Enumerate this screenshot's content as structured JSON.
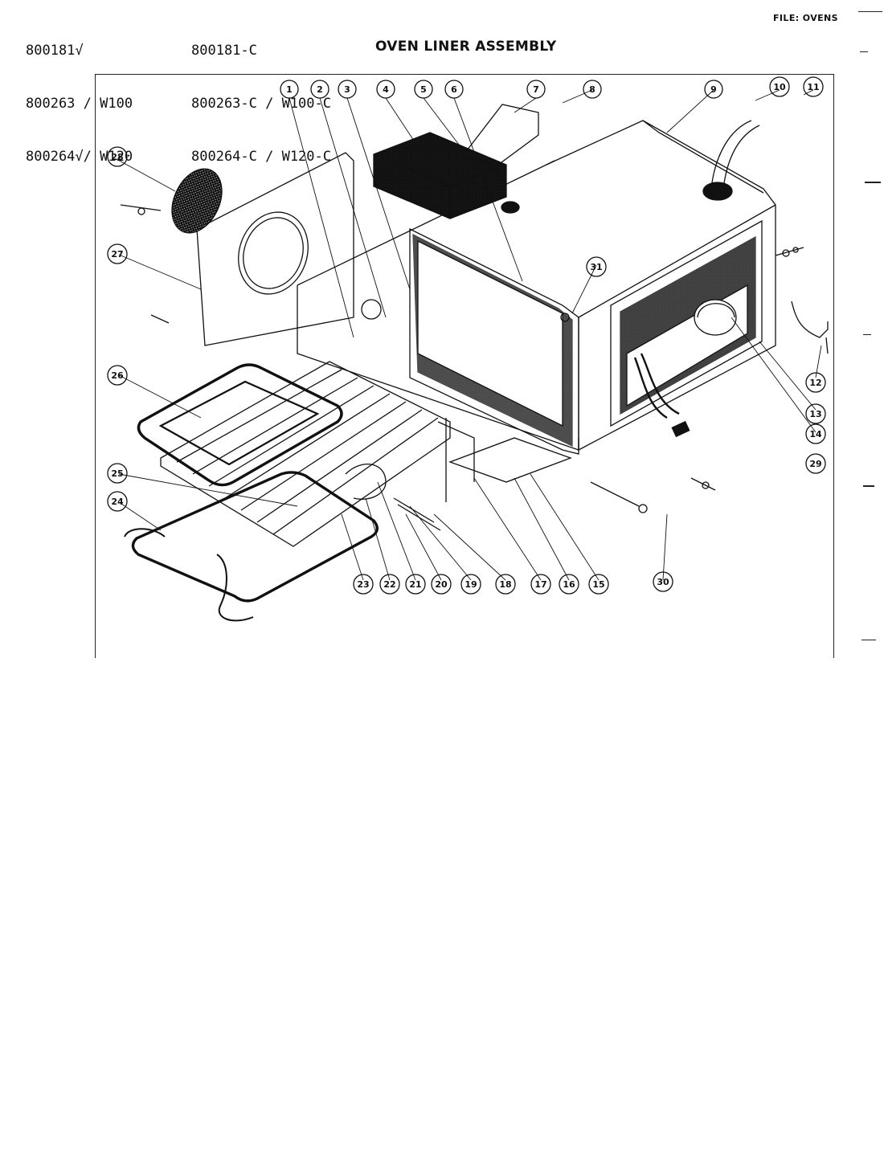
{
  "header": {
    "left_models": [
      "800181√",
      "800263 / W100",
      "800264√/ W120"
    ],
    "right_models": [
      "800181-C",
      "800263-C / W100-C",
      "800264-C / W120-C"
    ],
    "title": "OVEN LINER ASSEMBLY",
    "file_label": "FILE: OVENS"
  },
  "callouts": [
    "1",
    "2",
    "3",
    "4",
    "5",
    "6",
    "7",
    "8",
    "9",
    "10",
    "11",
    "12",
    "13",
    "14",
    "15",
    "16",
    "17",
    "18",
    "19",
    "20",
    "21",
    "22",
    "23",
    "24",
    "25",
    "26",
    "27",
    "28",
    "29",
    "30",
    "31"
  ],
  "colors": {
    "ink": "#111111",
    "paper": "#ffffff"
  }
}
